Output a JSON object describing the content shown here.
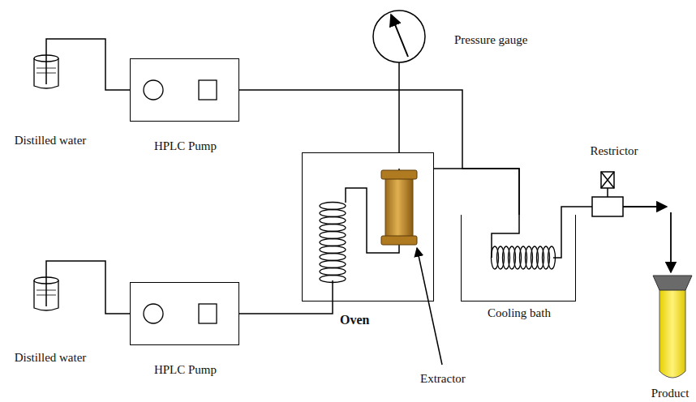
{
  "diagram": {
    "nodes": [
      {
        "text": [
          "HPLC Pump"
        ]
      },
      {
        "text": [
          "HPLC Pump"
        ]
      },
      {
        "text": [
          "Oven"
        ]
      },
      {
        "text": [
          "Cooling bath"
        ]
      }
    ],
    "edges": [
      {
        "from": 0,
        "to": 3,
        "arrow": "none"
      },
      {
        "from": 1,
        "to": 2,
        "arrow": "none"
      },
      {
        "from": 2,
        "to": 3,
        "arrow": "none"
      }
    ],
    "labels": [
      "Distilled water",
      "Distilled water",
      "Pressure gauge",
      "Restrictor",
      "Extractor",
      "Product"
    ]
  }
}
